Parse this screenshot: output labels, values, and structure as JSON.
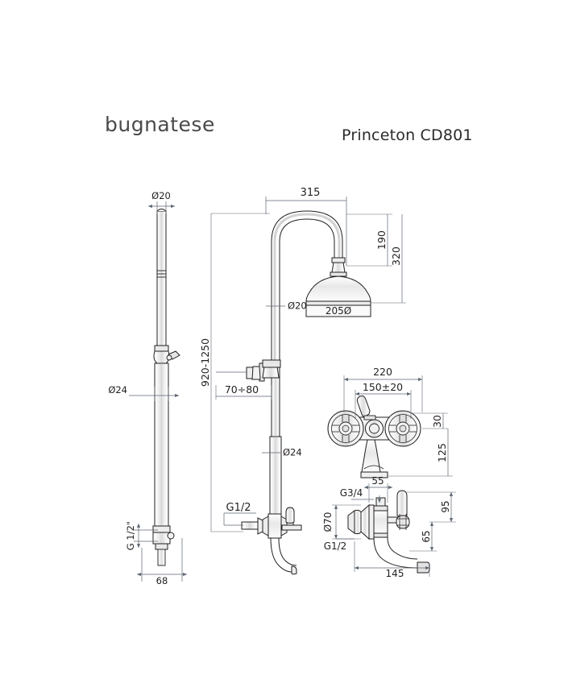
{
  "sheet": {
    "brand": "bugnatese",
    "model": "Princeton CD801",
    "background": "#ffffff",
    "line_color": "#231f20",
    "dim_color": "#5b6570"
  },
  "drawings": {
    "riser_left": {
      "name": "shower column side view",
      "labels": {
        "top_dia": "Ø20",
        "rod_dia": "Ø24",
        "inlet_thread": "G 1/2\"",
        "base_width": "68"
      }
    },
    "column_front": {
      "name": "shower column front view",
      "labels": {
        "arm_reach": "315",
        "head_drop": "190",
        "total_drop": "320",
        "arm_dia": "Ø20",
        "head_dia": "205Ø",
        "height_range": "920-1250",
        "bracket_offset": "70÷80",
        "riser_dia": "Ø24",
        "inlet_thread": "G1/2"
      }
    },
    "mixer_front": {
      "name": "bath shower mixer front view",
      "labels": {
        "overall_width": "220",
        "centre_distance": "150±20",
        "top_offset": "30",
        "body_height": "125"
      }
    },
    "mixer_side": {
      "name": "bath shower mixer side view",
      "labels": {
        "shower_outlet_offset": "55",
        "shower_thread": "G3/4",
        "projection_top": "95",
        "flange_dia": "Ø70",
        "inlet_centre": "65",
        "inlet_thread": "G1/2",
        "spout_reach": "145"
      }
    }
  }
}
